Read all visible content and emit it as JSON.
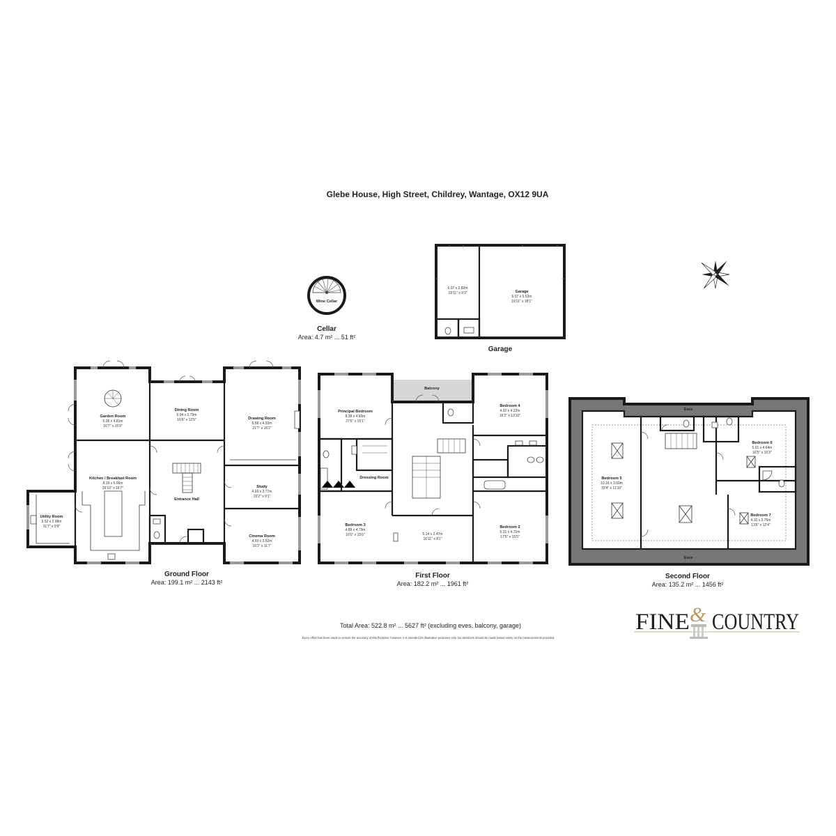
{
  "title": "Glebe House, High Street, Childrey, Wantage, OX12 9UA",
  "cellar": {
    "label": "Cellar",
    "area": "Area: 4.7 m² ... 51 ft²",
    "wine_cellar": "Wine Cellar"
  },
  "garage": {
    "label": "Garage",
    "small_room_dims_m": "6.07 x 2.82m",
    "small_room_dims_ft": "19'11\" x 9'3\"",
    "garage_name": "Garage",
    "garage_dims_m": "6.07 x 5.52m",
    "garage_dims_ft": "19'11\" x 18'1\""
  },
  "ground_floor": {
    "label": "Ground Floor",
    "area": "Area: 199.1 m² ... 2143 ft²",
    "rooms": {
      "garden_room": {
        "name": "Garden Room",
        "m": "5.06 x 4.81m",
        "ft": "16'7\" x 15'9\""
      },
      "dining_room": {
        "name": "Dining Room",
        "m": "5.04 x 3.79m",
        "ft": "16'6\" x 12'5\""
      },
      "drawing_room": {
        "name": "Drawing Room",
        "m": "6.58 x 4.93m",
        "ft": "21'7\" x 16'2\""
      },
      "kitchen": {
        "name": "Kitchen / Breakfast Room",
        "m": "8.19 x 5.06m",
        "ft": "26'10\" x 16'7\""
      },
      "utility": {
        "name": "Utility Room",
        "m": "3.52 x 2.98m",
        "ft": "11'7\" x 9'9\""
      },
      "entrance_hall": {
        "name": "Entrance Hall"
      },
      "study": {
        "name": "Study",
        "m": "4.93 x 2.77m",
        "ft": "16'2\" x 9'1\""
      },
      "cinema": {
        "name": "Cinema Room",
        "m": "4.93 x 3.52m",
        "ft": "16'2\" x 11'7\""
      }
    }
  },
  "first_floor": {
    "label": "First Floor",
    "area": "Area: 182.2 m² ... 1961 ft²",
    "rooms": {
      "balcony": {
        "name": "Balcony"
      },
      "principal": {
        "name": "Principal Bedroom",
        "m": "8.38 x 4.60m",
        "ft": "27'6\" x 15'1\""
      },
      "bedroom4": {
        "name": "Bedroom 4",
        "m": "4.92 x 4.22m",
        "ft": "16'2\" x 13'10\""
      },
      "dressing": {
        "name": "Dressing Room"
      },
      "bedroom3": {
        "name": "Bedroom 3",
        "m": "4.89 x 4.73m",
        "ft": "16'0\" x 15'6\""
      },
      "landing": {
        "m": "5.14 x 2.47m",
        "ft": "16'11\" x 8'1\""
      },
      "bedroom2": {
        "name": "Bedroom 2",
        "m": "5.31 x 4.71m",
        "ft": "17'5\" x 15'5\""
      }
    }
  },
  "second_floor": {
    "label": "Second Floor",
    "area": "Area: 135.2 m² ... 1456 ft²",
    "eves": "Eves",
    "rooms": {
      "bedroom5": {
        "name": "Bedroom 5",
        "m": "10.16 x 3.60m",
        "ft": "33'4\" x 11'10\""
      },
      "bedroom6": {
        "name": "Bedroom 6",
        "m": "5.01 x 4.64m",
        "ft": "16'5\" x 15'3\""
      },
      "bedroom7": {
        "name": "Bedroom 7",
        "m": "4.10 x 3.76m",
        "ft": "13'6\" x 12'4\""
      }
    }
  },
  "total": "Total Area: 522.8 m² ... 5627 ft² (excluding eves, balcony, garage)",
  "disclaimer": "Every effort has been made to ensure the accuracy of this floorplan; however, it is intended for illustrative purposes only. No decisions should be made based solely on the measurements provided.",
  "brand": {
    "left": "Fine",
    "amp": "&",
    "right": "Country"
  },
  "icons": [
    "compass-icon",
    "spiral-stair-icon",
    "logo-column-icon"
  ],
  "colors": {
    "walls": "#1a1a1a",
    "eves_band": "#777777",
    "balcony": "#d6d6d6",
    "brand_gold": "#b8975a"
  }
}
